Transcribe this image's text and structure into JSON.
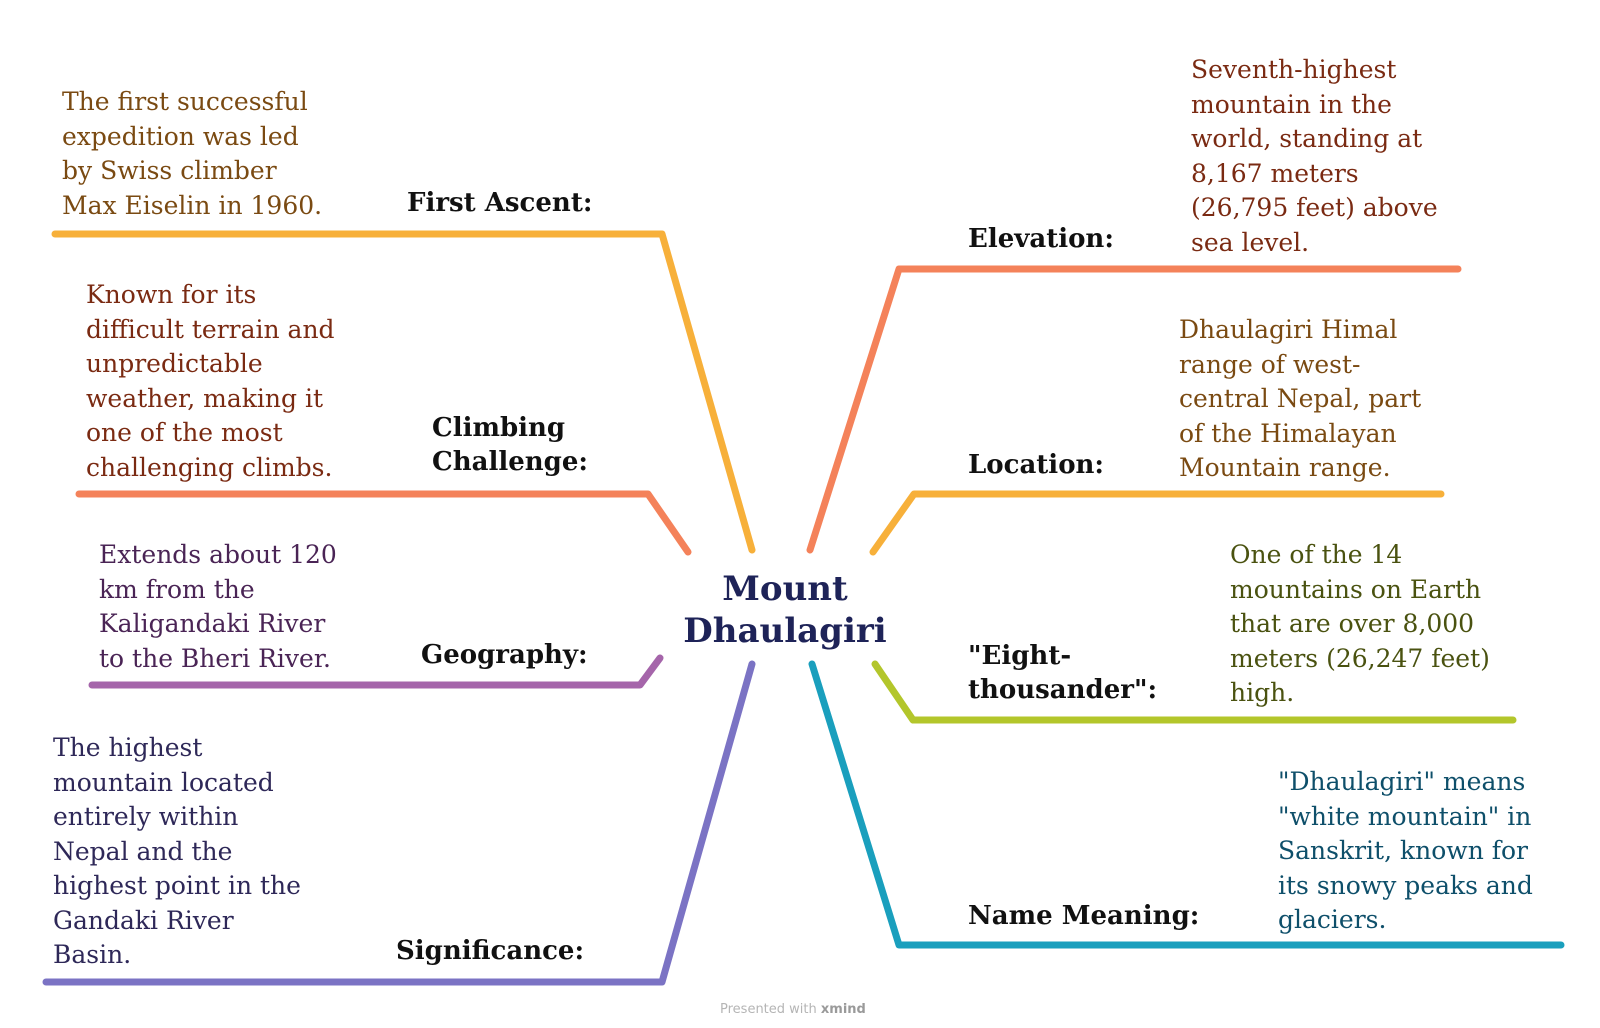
{
  "central": {
    "lines": [
      "Mount",
      "Dhaulagiri"
    ]
  },
  "colors": {
    "first_ascent": "#f7b03a",
    "climbing": "#f4825a",
    "geography": "#a565aa",
    "significance": "#7b73c4",
    "elevation": "#f4825a",
    "location": "#f7b03a",
    "eight": "#b3c62b",
    "name_meaning": "#1a9fbd"
  },
  "branches": {
    "first_ascent": {
      "label": [
        "First Ascent:"
      ],
      "text": [
        "The first successful",
        "expedition was led",
        "by Swiss climber",
        "Max Eiselin in 1960."
      ],
      "text_color": "#7a4a12"
    },
    "climbing": {
      "label": [
        "Climbing",
        "Challenge:"
      ],
      "text": [
        "Known for its",
        "difficult terrain and",
        "unpredictable",
        "weather, making it",
        "one of the most",
        "challenging climbs."
      ],
      "text_color": "#7a2a12"
    },
    "geography": {
      "label": [
        "Geography:"
      ],
      "text": [
        "Extends about 120",
        "km from the",
        "Kaligandaki River",
        "to the Bheri River."
      ],
      "text_color": "#4a2455"
    },
    "significance": {
      "label": [
        "Significance:"
      ],
      "text": [
        "The highest",
        "mountain located",
        "entirely within",
        "Nepal and the",
        "highest point in the",
        "Gandaki River",
        "Basin."
      ],
      "text_color": "#2e2858"
    },
    "elevation": {
      "label": [
        "Elevation:"
      ],
      "text": [
        "Seventh-highest",
        "mountain in the",
        "world, standing at",
        "8,167 meters",
        "(26,795 feet) above",
        "sea level."
      ],
      "text_color": "#7a2a12"
    },
    "location": {
      "label": [
        "Location:"
      ],
      "text": [
        "Dhaulagiri Himal",
        "range of west-",
        "central Nepal, part",
        "of the Himalayan",
        "Mountain range."
      ],
      "text_color": "#7a4a12"
    },
    "eight": {
      "label": [
        "\"Eight-",
        "thousander\":"
      ],
      "text": [
        "One of the 14",
        "mountains on Earth",
        "that are over 8,000",
        "meters (26,247 feet)",
        "high."
      ],
      "text_color": "#4a5210"
    },
    "name_meaning": {
      "label": [
        "Name Meaning:"
      ],
      "text": [
        "\"Dhaulagiri\" means",
        "\"white mountain\" in",
        "Sanskrit, known for",
        "its snowy peaks and",
        "glaciers."
      ],
      "text_color": "#0e4f6a"
    }
  },
  "footer": {
    "prefix": "Presented with",
    "brand": "xmind"
  }
}
